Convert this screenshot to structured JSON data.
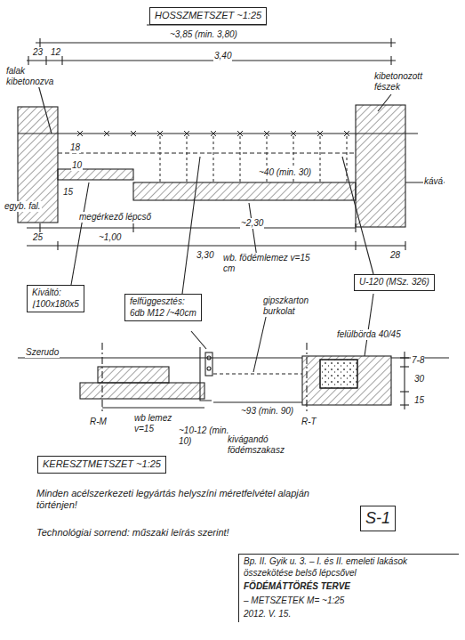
{
  "diagram": {
    "nodes": [
      {
        "text": [
          "HOSSZMETSZET ~1:25"
        ]
      },
      {
        "text": [
          "Kiváltó:",
          "⌊100x180x5"
        ]
      },
      {
        "text": [
          "felfüggesztés:",
          "6db M12 /~40cm"
        ]
      },
      {
        "text": [
          "U-120 (MSz. 326)"
        ]
      },
      {
        "text": [
          "KERESZTMETSZET ~1:25"
        ]
      },
      {
        "text": [
          "S-1"
        ]
      },
      {
        "text": [
          "Bp. II. Gyik u. 3. – I. és II. emeleti lakások összekötése belső lépcsővel",
          "FÖDÉMÁTTÖRÉS TERVE",
          "– METSZETEK M= ~1:25",
          "2012. V. 15."
        ]
      }
    ],
    "labels": [
      "falak kibetonozva",
      "~3,85 (min. 3,80)",
      "23",
      "12",
      "3,40",
      "kibetonozott fészek",
      "18",
      "10",
      "~40 (min. 30)",
      "15",
      "kává",
      "egyb. fal.",
      "25",
      "megérkező lépcső",
      "~1,00",
      "~2,30",
      "3,30",
      "28",
      "wb. födémlemez v=15 cm",
      "gipszkarton burkolat",
      "Szerudo",
      "felülbörda 40/45",
      "7-8",
      "30",
      "15",
      "R-M",
      "wb lemez v=15",
      "~10-12 (min. 10)",
      "~93 (min. 90)",
      "R-T",
      "kivágandó födémszakasz",
      "Minden acélszerkezeti legyártás helyszíni méretfelvétel alapján történjen!",
      "Technológiai sorrend: műszaki leírás szerint!"
    ]
  }
}
